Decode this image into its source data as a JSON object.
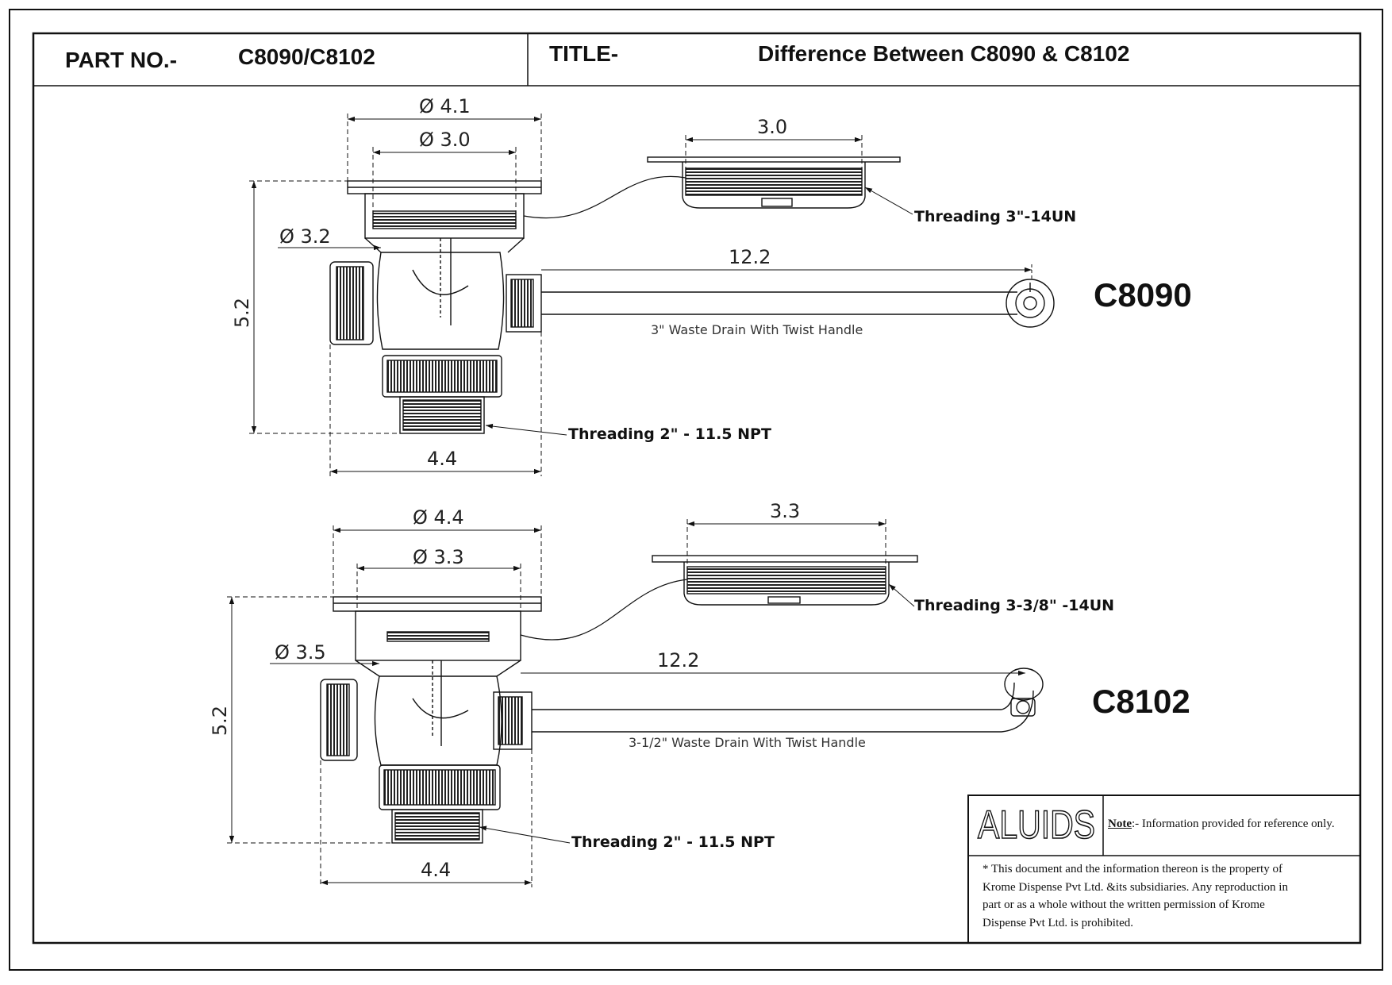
{
  "header": {
    "part_label": "PART NO.-",
    "part_value": "C8090/C8102",
    "title_label": "TITLE-",
    "title_value": "Difference Between C8090 & C8102"
  },
  "c8090": {
    "model": "C8090",
    "dia_outer": "4.1",
    "dia_inner": "3.0",
    "dia_body": "3.2",
    "height": "5.2",
    "width": "4.4",
    "handle_length": "12.2",
    "strainer_width": "3.0",
    "thread_top": "Threading 3\"-14UN",
    "thread_bottom": "Threading 2\" - 11.5 NPT",
    "caption": "3\" Waste Drain With Twist Handle"
  },
  "c8102": {
    "model": "C8102",
    "dia_outer": "4.4",
    "dia_inner": "3.3",
    "dia_body": "3.5",
    "height": "5.2",
    "width": "4.4",
    "handle_length": "12.2",
    "strainer_width": "3.3",
    "thread_top": "Threading 3-3/8\" -14UN",
    "thread_bottom": "Threading 2\" - 11.5 NPT",
    "caption": "3-1/2\" Waste Drain With Twist Handle"
  },
  "titleblock": {
    "logo": "ALUIDS",
    "note_label": "Note",
    "note_text": ":- Information provided for reference only.",
    "property_lines": [
      "* This document and the information thereon is the property of",
      "Krome Dispense Pvt Ltd. &its subsidiaries. Any reproduction in",
      "part or as a whole without the written permission of Krome",
      "Dispense Pvt Ltd. is prohibited."
    ]
  },
  "diameter_symbol": "Ø"
}
